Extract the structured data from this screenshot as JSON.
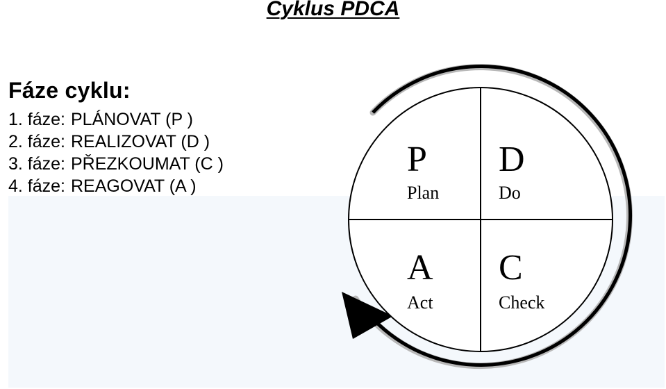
{
  "header": {
    "title": "Cyklus PDCA"
  },
  "phases": {
    "heading": "Fáze cyklu:",
    "items": [
      {
        "prefix": "1. fáze:",
        "text": "PLÁNOVAT (P )"
      },
      {
        "prefix": "2. fáze:",
        "text": "REALIZOVAT (D )"
      },
      {
        "prefix": "3. fáze:",
        "text": "PŘEZKOUMAT (C )"
      },
      {
        "prefix": "4. fáze:",
        "text": "REAGOVAT (A )"
      }
    ]
  },
  "diagram": {
    "quadrants": [
      {
        "letter": "P",
        "word": "Plan"
      },
      {
        "letter": "D",
        "word": "Do"
      },
      {
        "letter": "A",
        "word": "Act"
      },
      {
        "letter": "C",
        "word": "Check"
      }
    ],
    "colors": {
      "line": "#000000",
      "shadow": "#b8b8b8",
      "fill": "#ffffff"
    }
  }
}
